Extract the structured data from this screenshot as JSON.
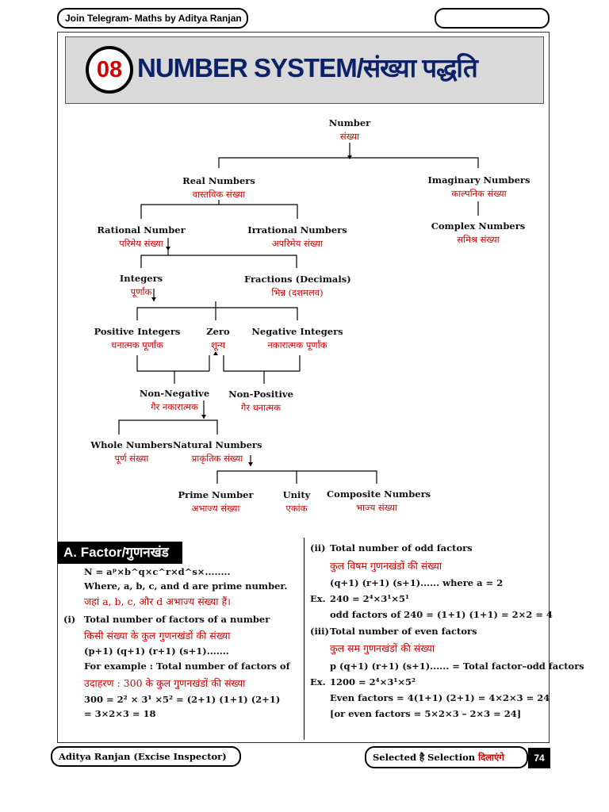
{
  "header": {
    "telegram_label": "Join Telegram- Maths by  Aditya Ranjan"
  },
  "banner": {
    "chapter_number": "08",
    "title": "NUMBER SYSTEM/संख्या  पद्धति"
  },
  "tree": {
    "number": {
      "en": "Number",
      "hi": "संख्या"
    },
    "real": {
      "en": "Real Numbers",
      "hi": "वास्तविक संख्या"
    },
    "imaginary": {
      "en": "Imaginary Numbers",
      "hi": "काल्पनिक संख्या"
    },
    "complex": {
      "en": "Complex Numbers",
      "hi": "समिश्र संख्या"
    },
    "rational": {
      "en": "Rational Number",
      "hi": "परिमेय संख्या"
    },
    "irrational": {
      "en": "Irrational Numbers",
      "hi": "अपरिमेय संख्या"
    },
    "integers": {
      "en": "Integers",
      "hi": "पूर्णांक"
    },
    "fractions": {
      "en": "Fractions (Decimals)",
      "hi": "भिन्न (दशमलव)"
    },
    "positive": {
      "en": "Positive Integers",
      "hi": "धनात्मक पूर्णांक"
    },
    "zero": {
      "en": "Zero",
      "hi": "शून्य"
    },
    "negative": {
      "en": "Negative Integers",
      "hi": "नकारात्मक पूर्णांक"
    },
    "non_negative": {
      "en": "Non-Negative",
      "hi": "गैर नकारात्मक"
    },
    "non_positive": {
      "en": "Non-Positive",
      "hi": "गैर धनात्मक"
    },
    "whole": {
      "en": "Whole Numbers",
      "hi": "पूर्ण संख्या"
    },
    "natural": {
      "en": "Natural Numbers",
      "hi": "प्राकृतिक संख्या"
    },
    "prime": {
      "en": "Prime Number",
      "hi": "अभाज्य संख्या"
    },
    "unity": {
      "en": "Unity",
      "hi": "एकांक"
    },
    "composite": {
      "en": "Composite Numbers",
      "hi": "भाज्य संख्या"
    }
  },
  "factor": {
    "heading": "A. Factor/गुणनखंड",
    "left": {
      "formula": "N = aᵖ×b^q×c^r×d^s×........",
      "where": "Where, a, b, c, and d are prime number.",
      "where_hi": "जहां a, b, c, और d अभाज्य संख्या हैं।",
      "item_i_num": "(i)",
      "item_i": "Total number of factors of a number",
      "item_i_hi": "किसी संख्या के कुल गुणनखंडों की संख्या",
      "formula_i": "(p+1) (q+1) (r+1) (s+1).......",
      "example": "For example : Total number of factors of",
      "example_hi": "उदाहरण : 300 के कुल गुणनखंडों की संख्या",
      "calc1": "300 = 2² × 3¹ ×5² = (2+1) (1+1) (2+1)",
      "calc2": "= 3×2×3 = 18"
    },
    "right": {
      "item_ii_num": "(ii)",
      "item_ii": "Total number of odd factors",
      "item_ii_hi": "कुल विषम गुणनखंडों की संख्या",
      "formula_ii": "(q+1) (r+1) (s+1)......        where a = 2",
      "ex1_label": "Ex.",
      "ex1": "240 = 2⁴×3¹×5¹",
      "ex1_calc": "odd factors of 240 = (1+1) (1+1) = 2×2 = 4",
      "item_iii_num": "(iii)",
      "item_iii": "Total number of even factors",
      "item_iii_hi": "कुल सम गुणनखंडों की संख्या",
      "formula_iii": "p (q+1) (r+1) (s+1)......  = Total factor–odd factors",
      "ex2_label": "Ex.",
      "ex2": "1200 = 2⁴×3¹×5²",
      "ex2_calc": "Even factors = 4(1+1) (2+1) = 4×2×3 = 24",
      "ex2_alt": "[or even factors = 5×2×3 – 2×3 = 24]"
    }
  },
  "footer": {
    "author": "Aditya Ranjan (Excise Inspector)",
    "selected_en": "Selected है Selection ",
    "selected_hi": "दिलाएंगे",
    "page": "74"
  }
}
